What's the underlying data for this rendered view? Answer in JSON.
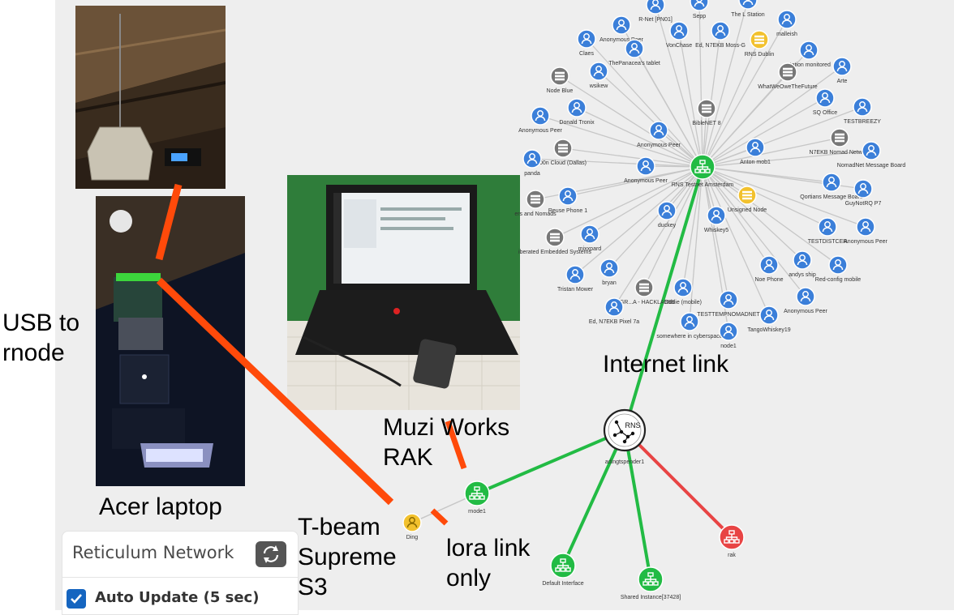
{
  "annotations": {
    "usb_to_rnode": "USB to\nrnode",
    "acer_laptop": "Acer laptop",
    "muzi_works": "Muzi Works\nRAK",
    "tbeam": "T-beam\nSupreme\nS3",
    "lora_link": "lora link\nonly",
    "internet_link": "Internet link"
  },
  "panel": {
    "title": "Reticulum Network",
    "auto_update_label": "Auto Update (5 sec)",
    "auto_update_checked": true
  },
  "graph": {
    "hub_label": "RNS Testnet Amsterdam",
    "center_label": "adingtspender1",
    "center_text": "RNS",
    "nodes_main": [
      {
        "label": "rnode1",
        "status": "ok"
      },
      {
        "label": "Ding",
        "status": "warning"
      },
      {
        "label": "Default Interface",
        "status": "ok"
      },
      {
        "label": "Shared Instance[37428]",
        "status": "ok"
      },
      {
        "label": "rak",
        "status": "error"
      }
    ],
    "peers": [
      "Sepp",
      "R-Net [PN01]",
      "The L Station",
      "malleish",
      "Anonymous Peer",
      "VonChase",
      "Ed, N7EKB Moss-G",
      "RNS Dublin",
      "Claes",
      "ThePanacea's tablet",
      "station monitored",
      "Arte",
      "wsikew",
      "Node Blue",
      "WhatWeOweTheFuture",
      "Donald Tronix",
      "SQ Office",
      "TESTBREEZY",
      "Anonymous Peer",
      "BibleNET 8",
      "Anonymous Peer",
      "N7EKB Nomad Network",
      "NomadNet Message Board",
      "00n Cloud (Dallas)",
      "panda",
      "Anton mob1",
      "Anonymous Peer",
      "Qortians Message Board",
      "GuyNotRQ P7",
      "ers and Nomads",
      "Reuse Phone 1",
      "Unsigned Node",
      "duckey",
      "Whiskey5",
      "TESTDISTCER",
      "Anonymous Peer",
      "iberated Embedded Systems",
      "mixxpard",
      "andys ship",
      "Red-config mobile",
      "Tristan Mower",
      "bryan",
      "E-GR...A - HACKLAB88",
      "Oddie (mobile)",
      "Noe Phone",
      "Anonymous Peer",
      "Ed, N7EKB Pixel 7a",
      "TESTTEMPNOMADNET",
      "TangoWhiskey19",
      "somewhere in cyberspace",
      "node1"
    ]
  }
}
